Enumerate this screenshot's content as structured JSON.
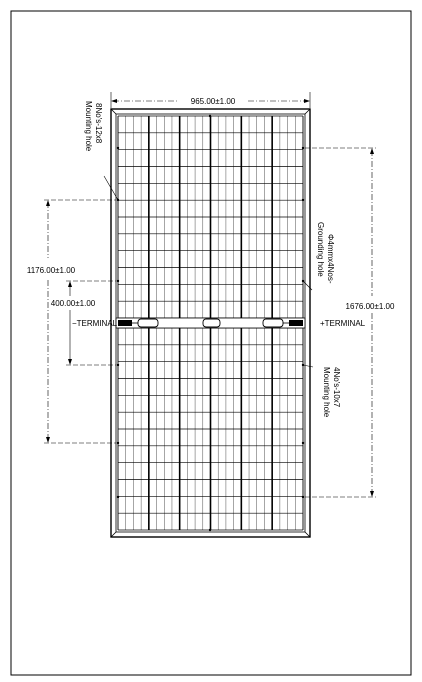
{
  "drawing": {
    "dimensions": {
      "width": "965.00±1.00",
      "mount_span": "1676.00±1.00",
      "mount_span_inner": "1176.00±1.00",
      "ground_span": "400.00±1.00"
    },
    "terminals": {
      "negative": "−TERMINAL",
      "positive": "+TERMINAL"
    },
    "notes": {
      "mounting_hole_top": [
        "8No's-12x8",
        "Mounting hole"
      ],
      "grounding_hole": [
        "Φ4mmx4Nos-",
        "Grounding hole"
      ],
      "mounting_hole_bottom": [
        "4No's-10x7",
        "Mounting hole"
      ]
    }
  },
  "colors": {
    "line": "#000000",
    "background": "#ffffff"
  }
}
